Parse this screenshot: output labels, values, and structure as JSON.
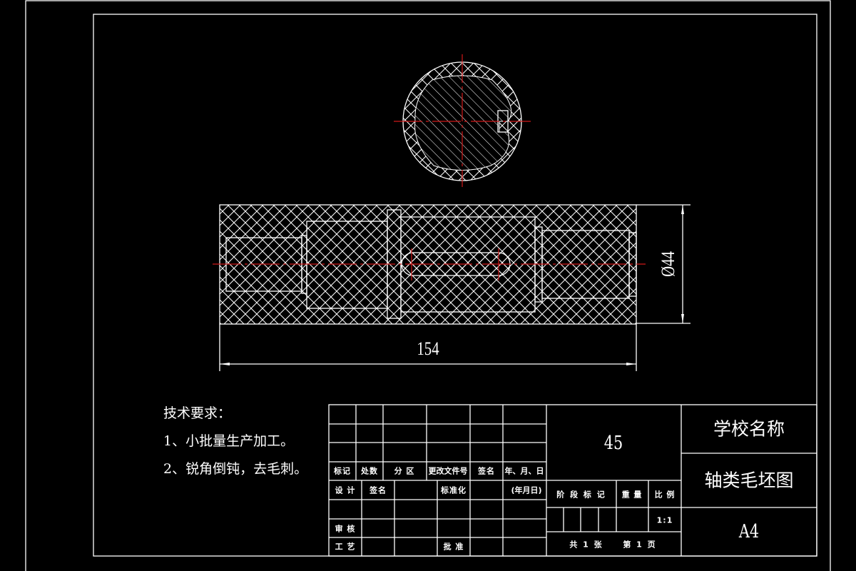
{
  "drawing": {
    "title": "轴类毛坯图",
    "school": "学校名称",
    "material": "45",
    "paper_size": "A4",
    "scale": "1:1",
    "sheets": "共 1 张",
    "page": "第 1 页",
    "colors": {
      "background": "#000000",
      "lines": "#ffffff",
      "centerlines": "#d01818"
    }
  },
  "dimensions": {
    "length": "154",
    "diameter": "Ø44"
  },
  "tech_requirements": {
    "heading": "技术要求：",
    "items": [
      "1、小批量生产加工。",
      "2、锐角倒钝，去毛刺。"
    ]
  },
  "title_block": {
    "revision_headers": [
      "标记",
      "处数",
      "分 区",
      "更改文件号",
      "签名",
      "年、月、日"
    ],
    "design": "设 计",
    "signature": "签名",
    "standardization": "标准化",
    "date": "(年月日)",
    "review": "审 核",
    "process": "工 艺",
    "approve": "批 准",
    "stage_mark": "阶 段 标 记",
    "weight": "重 量",
    "scale_label": "比 例"
  }
}
